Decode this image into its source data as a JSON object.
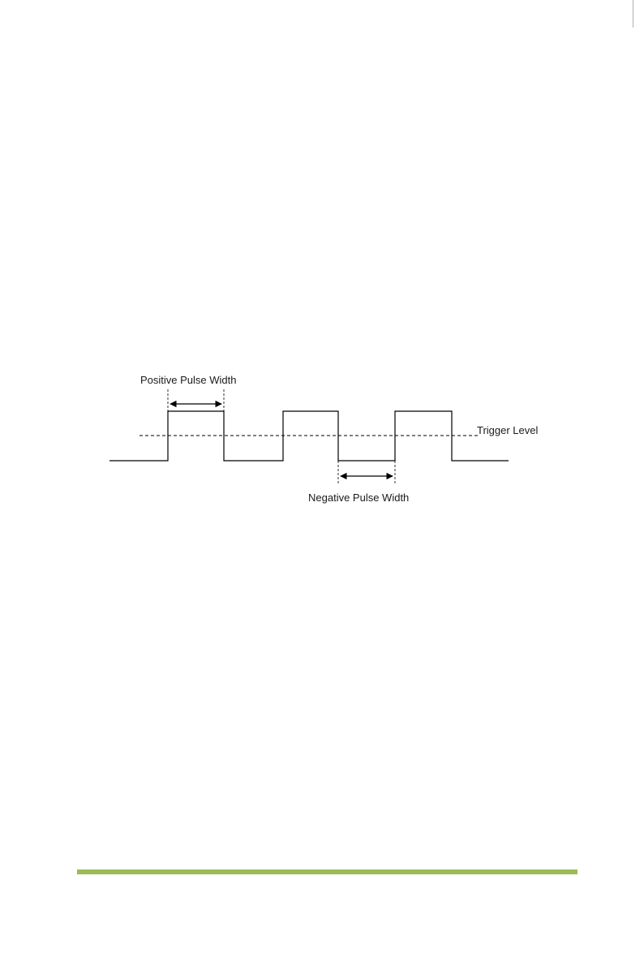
{
  "labels": {
    "positive_pulse_width": "Positive Pulse Width",
    "negative_pulse_width": "Negative Pulse Width",
    "trigger_level": "Trigger Level"
  },
  "colors": {
    "footer_bar": "#9bbb59",
    "waveform": "#000000"
  }
}
